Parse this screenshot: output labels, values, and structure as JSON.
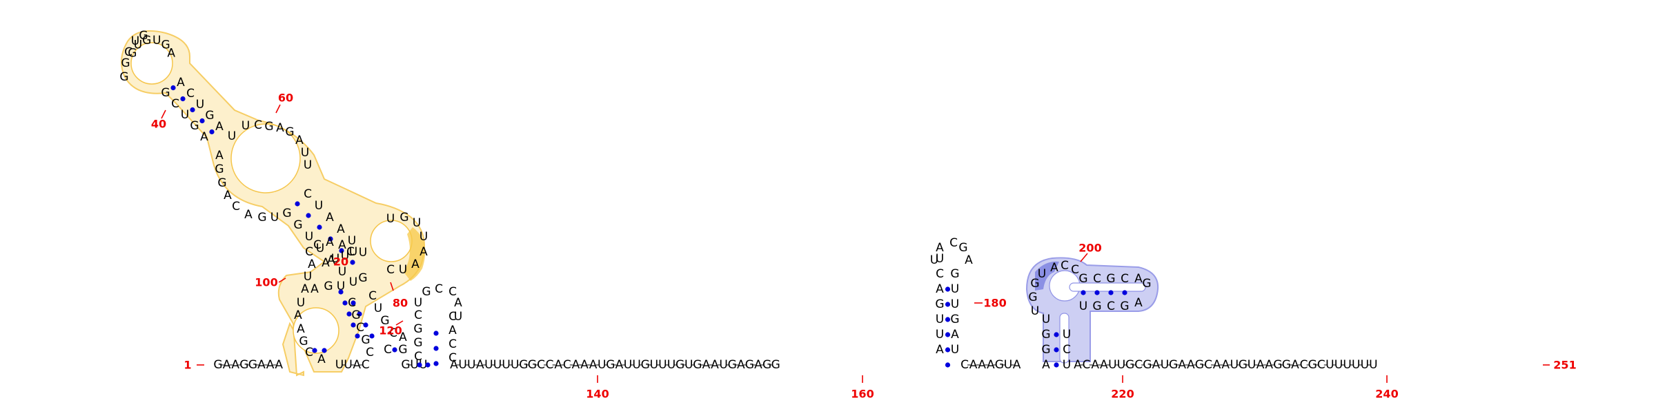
{
  "diagram": {
    "type": "rna-secondary-structure",
    "length_start": "1",
    "length_end": "251",
    "colors": {
      "base": "#000000",
      "pair_dot": "#0000dd",
      "numbering": "#ee0000",
      "highlight_yellow_fill": "#fdeec4",
      "highlight_yellow_stroke": "#f5c54a",
      "highlight_blue_fill": "#c8caf2",
      "highlight_blue_stroke": "#8f92e6",
      "highlight_blue_dark": "#7a7fe0"
    },
    "number_labels": [
      "20",
      "40",
      "60",
      "80",
      "100",
      "120",
      "140",
      "160",
      "180",
      "200",
      "220",
      "240"
    ],
    "backbone_tail": "GAAGGAAA",
    "backbone_mid1": "UUAC",
    "backbone_mid2": "GUU",
    "backbone_mid3": "AUUAUUUUGGCCACAAAUGAUUGUUUGUGAAUGAGAGG",
    "backbone_mid4": "CAAAGUA",
    "backbone_mid5": "ACAAUUGCGAUGAAGCAAUGUAAGGACGCUUUUUU",
    "hairpin_180": {
      "left": "AUUGACU",
      "loop": "ACGA",
      "right": "UAGUUG"
    },
    "hairpin_200": {
      "stem_left": "AGGU",
      "stem_right": "UCU",
      "loop_left": "UGGU",
      "loop_top": "ACC",
      "arm_top": "GCGCAG",
      "arm_bottom": "UGCGA"
    },
    "domain1": {
      "top_loop": "GUGUGA",
      "top_left": "GGCUG",
      "stem_a_left": "GCUGA",
      "stem_a_right": "ACUGAU",
      "mid_right": "UCGAGAUU",
      "interior_left": "AGGACAGU",
      "stem_b_left": "GGUUAU",
      "stem_b_right": "CUAAUUUGUUAAUCUG",
      "lower_left": "CCAACAUAUAAGCAAUUG",
      "lower_right": "GACGUUGCUCAGCCAUCUGCCUUGGCCUGG"
    }
  }
}
